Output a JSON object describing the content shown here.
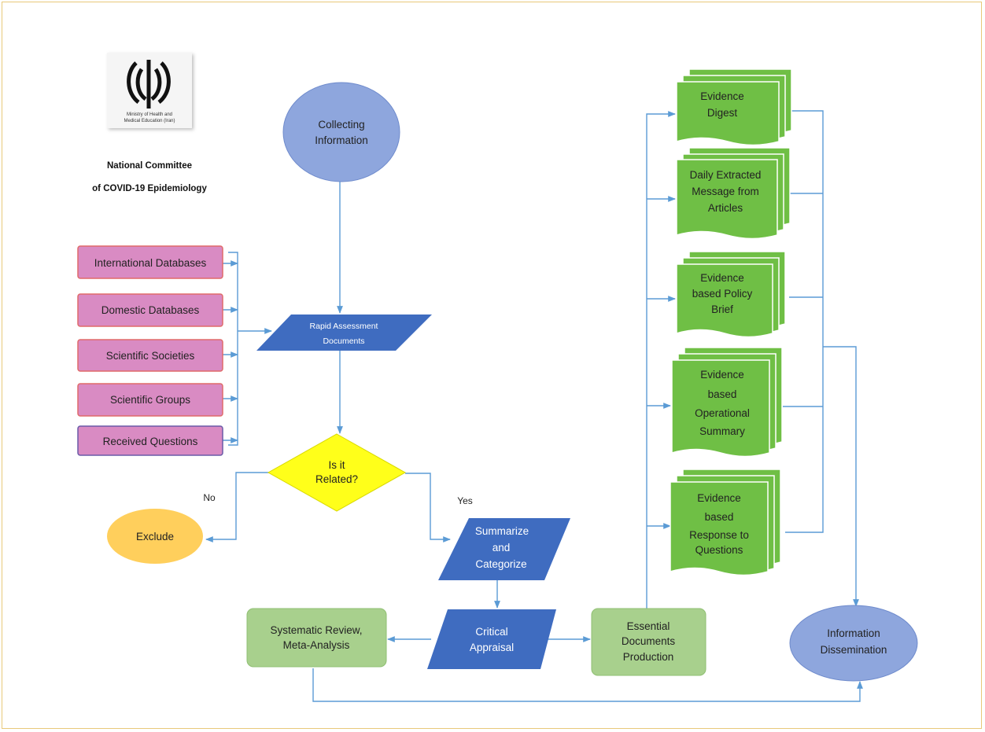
{
  "logo": {
    "caption_line1": "Ministry of Health and",
    "caption_line2": "Medical Education (Iran)"
  },
  "org": {
    "line1": "National Committee",
    "line2": "of COVID-19 Epidemiology"
  },
  "sources": [
    "International Databases",
    "Domestic Databases",
    "Scientific Societies",
    "Scientific Groups",
    "Received Questions"
  ],
  "collecting": [
    "Collecting",
    "Information"
  ],
  "rapid": [
    "Rapid Assessment",
    "Documents"
  ],
  "decision": [
    "Is it",
    "Related?"
  ],
  "no_label": "No",
  "yes_label": "Yes",
  "exclude": "Exclude",
  "summarize": [
    "Summarize",
    "and",
    "Categorize"
  ],
  "critical": [
    "Critical",
    "Appraisal"
  ],
  "systematic": [
    "Systematic Review,",
    "Meta-Analysis"
  ],
  "essential": [
    "Essential",
    "Documents",
    "Production"
  ],
  "outputs": [
    [
      "Evidence",
      "Digest"
    ],
    [
      "Daily Extracted",
      "Message from",
      "Articles"
    ],
    [
      "Evidence",
      "based Policy",
      "Brief"
    ],
    [
      "Evidence",
      "based",
      "Operational",
      "Summary"
    ],
    [
      "Evidence",
      "based",
      "Response to",
      "Questions"
    ]
  ],
  "dissemination": [
    "Information",
    "Dissemination"
  ],
  "colors": {
    "source_fill": "#d98bc3",
    "source_border": "#e06a6a",
    "ellipse_blue": "#8ea6dd",
    "parallelogram": "#3f6cc0",
    "decision": "#ffff1a",
    "exclude": "#ffcf5c",
    "green_light": "#a8d08d",
    "green_doc": "#6fbf45",
    "arrow": "#5b9bd5"
  }
}
